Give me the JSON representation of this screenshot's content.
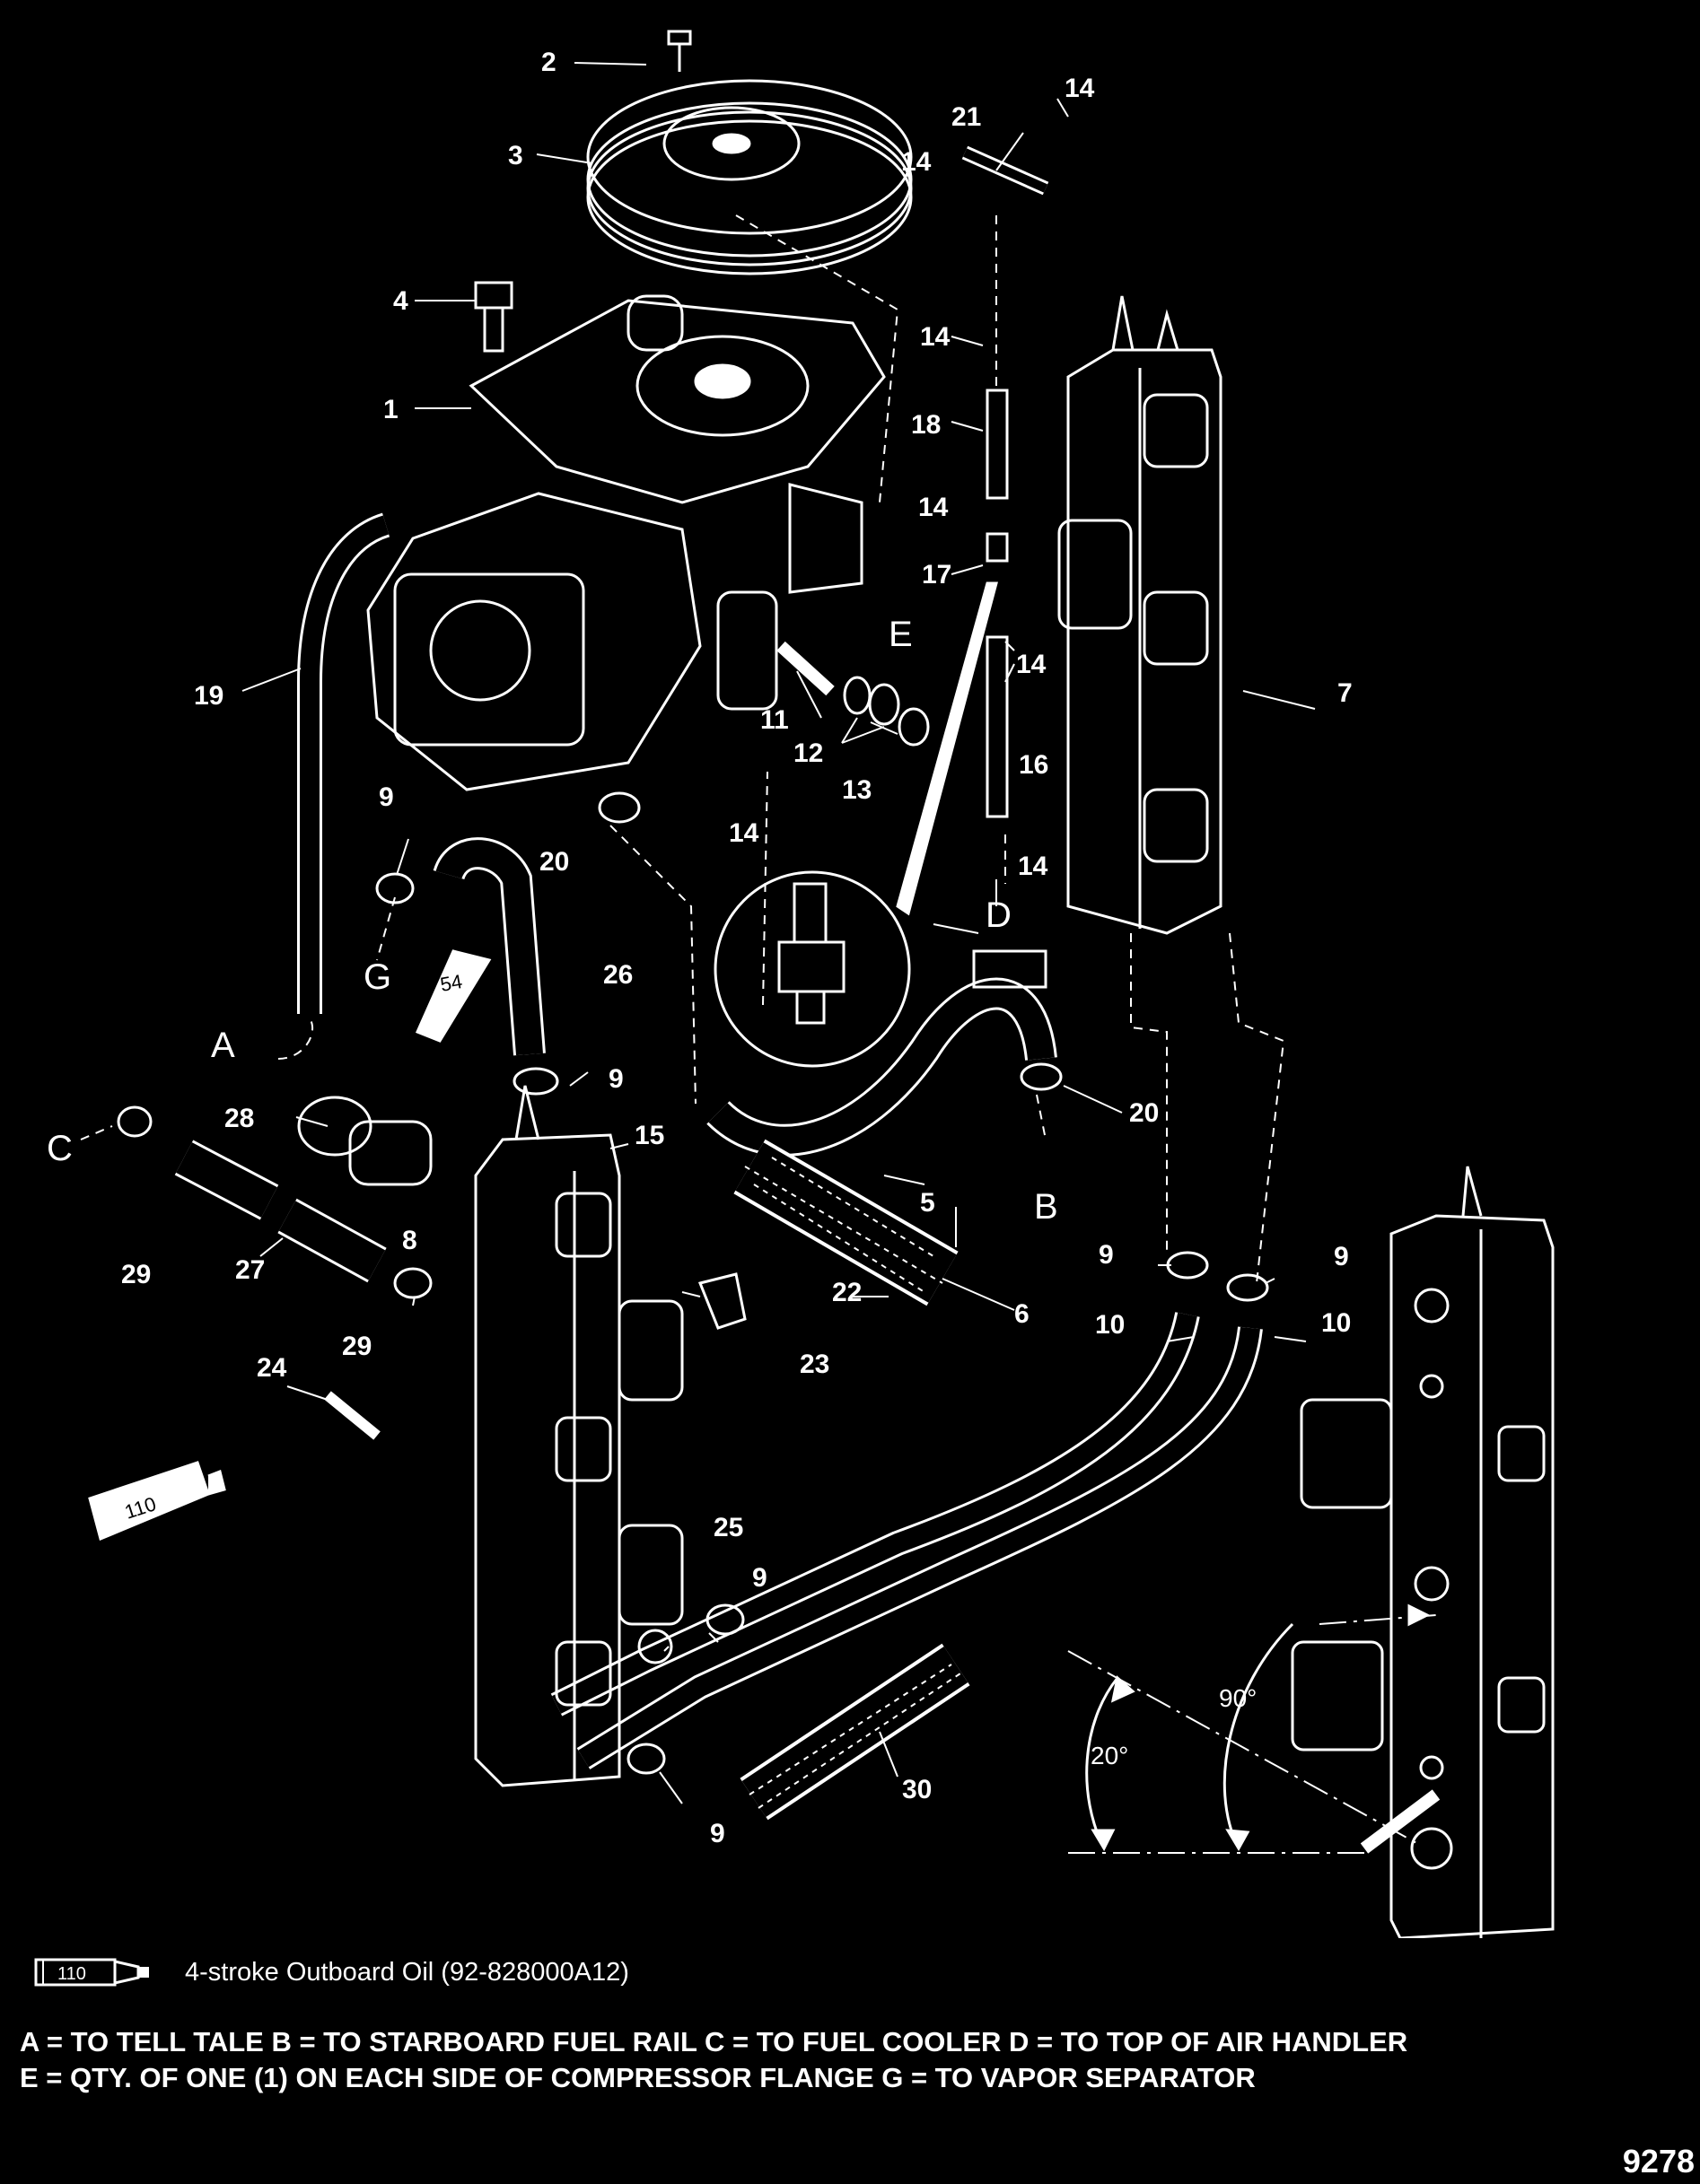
{
  "callouts": {
    "c1": "1",
    "c2": "2",
    "c3": "3",
    "c4": "4",
    "c5": "5",
    "c6": "6",
    "c7": "7",
    "c8": "8",
    "c9a": "9",
    "c9b": "9",
    "c9c": "9",
    "c9d": "9",
    "c9e": "9",
    "c9f": "9",
    "c10a": "10",
    "c10b": "10",
    "c11": "11",
    "c12": "12",
    "c13": "13",
    "c14a": "14",
    "c14b": "14",
    "c14c": "14",
    "c14d": "14",
    "c14e": "14",
    "c14f": "14",
    "c14g": "14",
    "c15": "15",
    "c16": "16",
    "c17": "17",
    "c18": "18",
    "c19": "19",
    "c20a": "20",
    "c20b": "20",
    "c21": "21",
    "c22": "22",
    "c23": "23",
    "c24": "24",
    "c25": "25",
    "c26": "26",
    "c27": "27",
    "c28": "28",
    "c29a": "29",
    "c29b": "29",
    "c30": "30"
  },
  "letters": {
    "A": "A",
    "B": "B",
    "C": "C",
    "D": "D",
    "E": "E",
    "G": "G"
  },
  "angles": {
    "a90": "90°",
    "a20": "20°"
  },
  "tubes": {
    "t54": "54",
    "t110": "110"
  },
  "legend": {
    "tube_label": "110",
    "text": "4-stroke Outboard Oil (92-828000A12)"
  },
  "notes": {
    "line1": "A = TO TELL TALE    B = TO STARBOARD FUEL RAIL    C = TO FUEL COOLER    D = TO TOP OF AIR HANDLER",
    "line2": "E = QTY. OF ONE (1) ON EACH SIDE OF COMPRESSOR  FLANGE      G = TO VAPOR SEPARATOR"
  },
  "drawing_number": "9278"
}
